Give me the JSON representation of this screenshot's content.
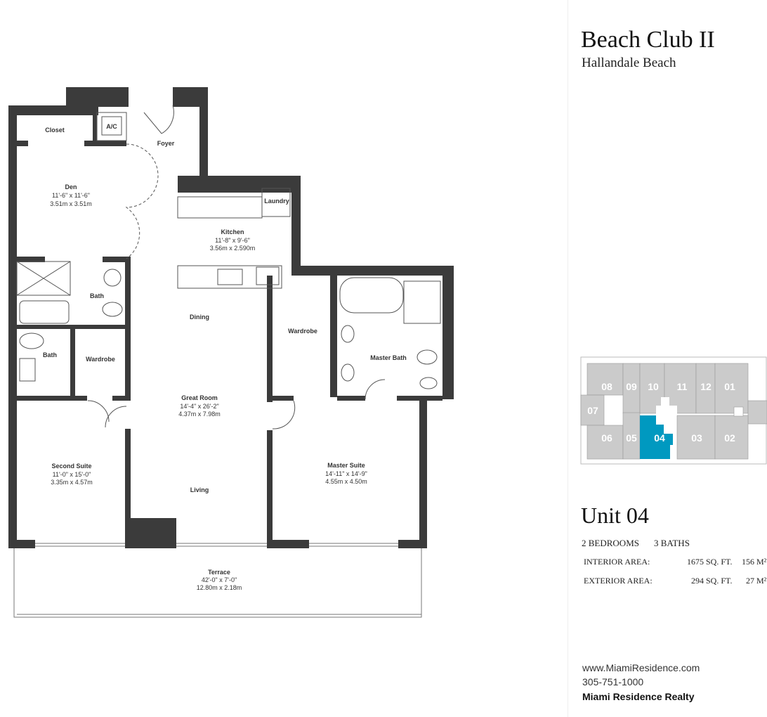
{
  "header": {
    "title": "Beach Club II",
    "subtitle": "Hallandale Beach"
  },
  "rooms": {
    "closet": {
      "name": "Closet"
    },
    "ac": {
      "name": "A/C"
    },
    "foyer": {
      "name": "Foyer"
    },
    "den": {
      "name": "Den",
      "dim_ft": "11'-6\" x 11'-6\"",
      "dim_m": "3.51m x 3.51m"
    },
    "laundry": {
      "name": "Laundry"
    },
    "kitchen": {
      "name": "Kitchen",
      "dim_ft": "11'-8\" x 9'-6\"",
      "dim_m": "3.56m x 2.590m"
    },
    "bath1": {
      "name": "Bath"
    },
    "bath2": {
      "name": "Bath"
    },
    "dining": {
      "name": "Dining"
    },
    "wardrobe1": {
      "name": "Wardrobe"
    },
    "wardrobe2": {
      "name": "Wardrobe"
    },
    "master_bath": {
      "name": "Master Bath"
    },
    "great_room": {
      "name": "Great Room",
      "dim_ft": "14'-4\" x 26'-2\"",
      "dim_m": "4.37m x 7.98m"
    },
    "second_suite": {
      "name": "Second Suite",
      "dim_ft": "11'-0\" x 15'-0\"",
      "dim_m": "3.35m x 4.57m"
    },
    "master_suite": {
      "name": "Master Suite",
      "dim_ft": "14'-11\" x 14'-9\"",
      "dim_m": "4.55m x 4.50m"
    },
    "living": {
      "name": "Living"
    },
    "terrace": {
      "name": "Terrace",
      "dim_ft": "42'-0\" x 7'-0\"",
      "dim_m": "12.80m x 2.18m"
    }
  },
  "keyplan": {
    "selected": "04",
    "highlight_color": "#0099c0",
    "units": [
      "08",
      "09",
      "10",
      "11",
      "12",
      "01",
      "07",
      "06",
      "05",
      "04",
      "03",
      "02"
    ]
  },
  "unit": {
    "title": "Unit 04",
    "bedrooms": "2 BEDROOMS",
    "baths": "3 BATHS",
    "interior_label": "INTERIOR AREA:",
    "interior_sqft": "1675 SQ. FT.",
    "interior_m2": "156 M²",
    "exterior_label": "EXTERIOR AREA:",
    "exterior_sqft": "294 SQ. FT.",
    "exterior_m2": "27 M²"
  },
  "contact": {
    "website": "www.MiamiResidence.com",
    "phone": "305-751-1000",
    "company": "Miami Residence Realty"
  }
}
